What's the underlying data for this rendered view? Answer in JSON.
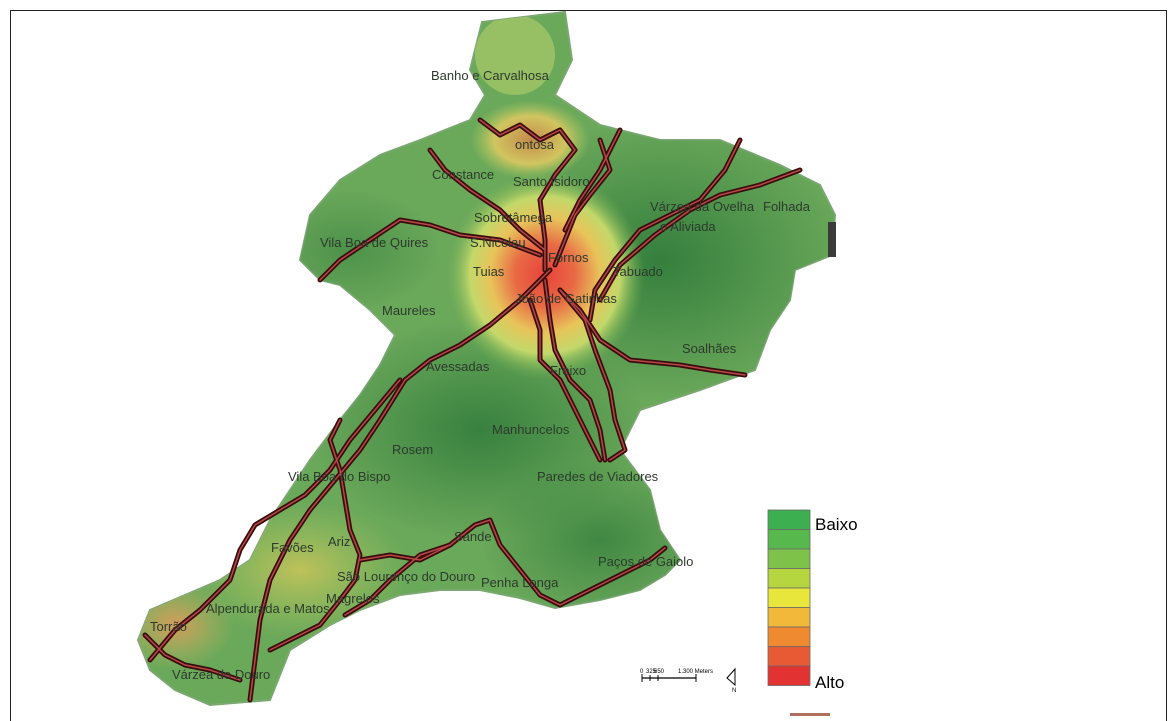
{
  "places": [
    {
      "id": "banho-e-carvalhosa",
      "label": "Banho e Carvalhosa"
    },
    {
      "id": "fontosa",
      "label": "ontosa"
    },
    {
      "id": "constance",
      "label": "Constance"
    },
    {
      "id": "santo-isidoro",
      "label": "Santo Isidoro"
    },
    {
      "id": "sobretamega",
      "label": "Sobretâmega"
    },
    {
      "id": "varzea-da-ovelha",
      "label": "Várzea da Ovelha"
    },
    {
      "id": "e-aliviada",
      "label": "e Aliviada"
    },
    {
      "id": "folhada",
      "label": "Folhada"
    },
    {
      "id": "vila-boa-de-quires",
      "label": "Vila Boa de Quires"
    },
    {
      "id": "s-nicolau",
      "label": "S.Nicolau"
    },
    {
      "id": "fornos",
      "label": "Fornos"
    },
    {
      "id": "tuias",
      "label": "Tuias"
    },
    {
      "id": "tabuado",
      "label": "Tabuado"
    },
    {
      "id": "sao-joao-de-gatinhas",
      "label": "João de Gatinhas"
    },
    {
      "id": "maureles",
      "label": "Maureles"
    },
    {
      "id": "soalhaes",
      "label": "Soalhães"
    },
    {
      "id": "avessadas",
      "label": "Avessadas"
    },
    {
      "id": "freixo",
      "label": "Freixo"
    },
    {
      "id": "manhuncelos",
      "label": "Manhuncelos"
    },
    {
      "id": "rosem",
      "label": "Rosem"
    },
    {
      "id": "vila-boa-do-bispo",
      "label": "Vila Boa do Bispo"
    },
    {
      "id": "paredes-de-viadores",
      "label": "Paredes de Viadores"
    },
    {
      "id": "fayoes",
      "label": "Favões"
    },
    {
      "id": "ariz",
      "label": "Ariz"
    },
    {
      "id": "sande",
      "label": "Sande"
    },
    {
      "id": "sao-lourenco-do-douro",
      "label": "São Lourenço do Douro"
    },
    {
      "id": "penha-longa",
      "label": "Penha Longa"
    },
    {
      "id": "pacos-de-gaiolo",
      "label": "Paços de Gaiolo"
    },
    {
      "id": "magrelos",
      "label": "Magrelos"
    },
    {
      "id": "alpendurada-e-matos",
      "label": "Alpendurada e Matos"
    },
    {
      "id": "torrao",
      "label": "Torrão"
    },
    {
      "id": "varzea-do-douro",
      "label": "Várzea do Douro"
    }
  ],
  "legend": {
    "low_label": "Baixo",
    "high_label": "Alto",
    "classes": [
      "#3cb050",
      "#57b84e",
      "#7ec24a",
      "#b6d640",
      "#e8e63a",
      "#f2b83a",
      "#ef8a30",
      "#e85a33",
      "#e23232"
    ]
  },
  "scale_bar": {
    "ticks": [
      "0",
      "325",
      "650",
      "1.300 Meters"
    ]
  },
  "north_arrow": {
    "letter": "N"
  },
  "colors": {
    "roads": "#6b1a1a",
    "low": "#3a9a4a",
    "high": "#e8423a"
  }
}
